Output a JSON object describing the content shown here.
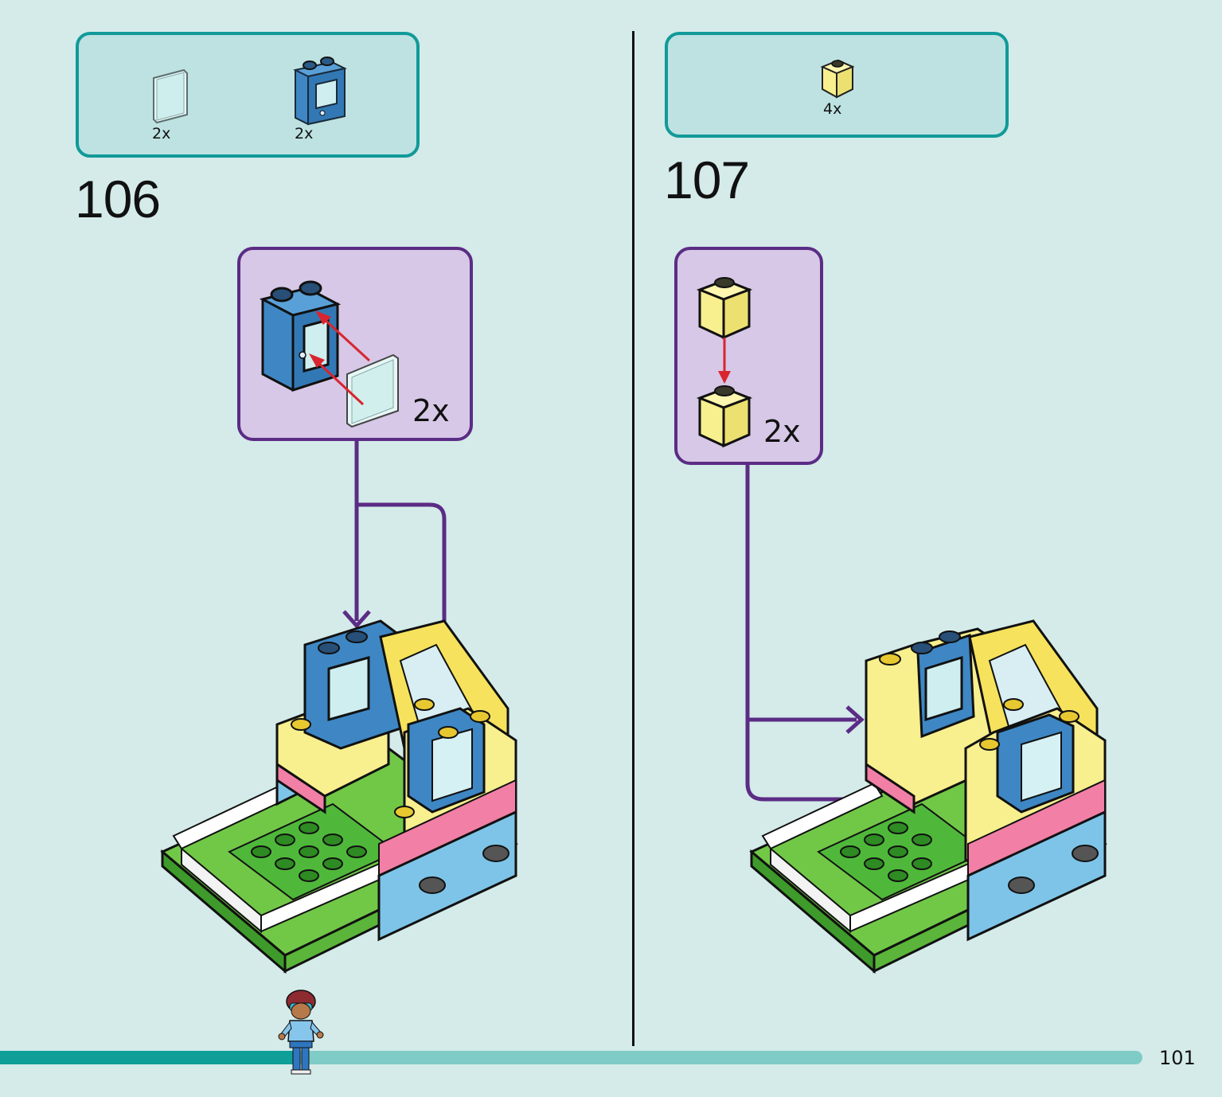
{
  "page": {
    "number": "101"
  },
  "steps": [
    {
      "number": "106",
      "parts": [
        {
          "icon": "transparent-glass-pane-icon",
          "count": "2x"
        },
        {
          "icon": "blue-window-frame-icon",
          "count": "2x"
        }
      ],
      "callout_multiplier": "2x"
    },
    {
      "number": "107",
      "parts": [
        {
          "icon": "yellow-1x1-brick-icon",
          "count": "4x"
        }
      ],
      "callout_multiplier": "2x"
    }
  ],
  "progress": {
    "fraction": 0.26
  },
  "colors": {
    "background": "#d4ebe9",
    "parts_border": "#119a99",
    "callout_border": "#5b2c85",
    "callout_fill": "#d6c8e6",
    "arrow_red": "#d9252f",
    "brick_yellow": "#f8ef8e",
    "brick_blue": "#3e87c4",
    "progress_fill": "#0f9e98",
    "progress_track": "#7fcbc6"
  }
}
